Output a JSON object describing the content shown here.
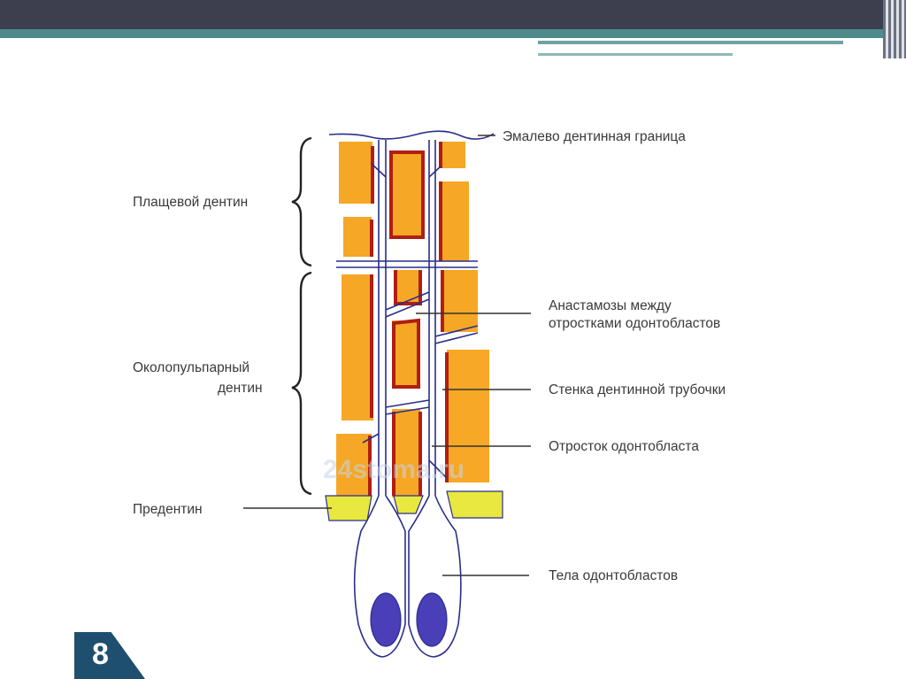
{
  "slide": {
    "number": "8"
  },
  "diagram": {
    "watermark": "24stoma.ru",
    "labels": {
      "enamel_dentin_border": "Эмалево дентинная граница",
      "mantle_dentin": "Плащевой дентин",
      "circumpulpal_dentin_line1": "Околопульпарный",
      "circumpulpal_dentin_line2": "дентин",
      "anastomoses_line1": "Анастамозы между",
      "anastomoses_line2": "отростками одонтобластов",
      "tubule_wall": "Стенка дентинной трубочки",
      "odontoblast_process": "Отросток одонтобласта",
      "predentin": "Предентин",
      "odontoblast_bodies": "Тела одонтобластов"
    }
  },
  "colors": {
    "dentin": "#f5a31a",
    "tubule_wall": "#b01e12",
    "process_outline": "#2a2f8a",
    "predentin": "#e8e840",
    "nucleus": "#4a3fb8",
    "header": "#3d3f4f",
    "teal": "#4f8a8b",
    "slide_number_bg": "#1f4f6e"
  }
}
